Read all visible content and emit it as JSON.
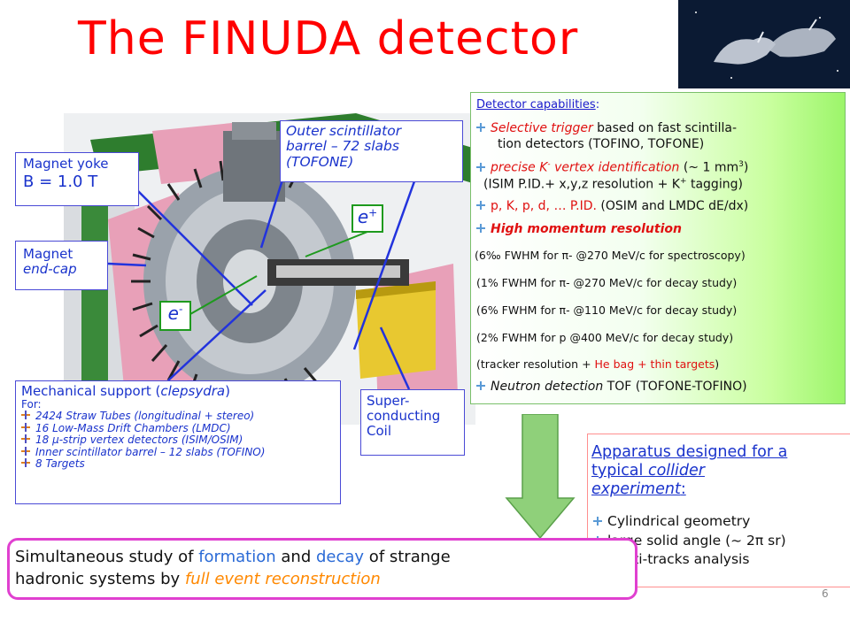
{
  "title": "The FINUDA detector",
  "labels": {
    "magnet_yoke": "Magnet yoke",
    "field": "B = 1.0 T",
    "endcap_1": "Magnet",
    "endcap_2": "end-cap",
    "outer_1": "Outer scintillator",
    "outer_2": "barrel – 72 slabs",
    "outer_3": "(TOFONE)",
    "eplus": "e",
    "eplus_sup": "+",
    "eminus": "e",
    "eminus_sup": "-",
    "super_1": "Super-",
    "super_2": "conducting",
    "super_3": "Coil",
    "mech_title_a": "Mechanical support (",
    "mech_title_b": "clepsydra",
    "mech_title_c": ")",
    "mech_for": "For:",
    "mech_items": [
      "2424 Straw Tubes (longitudinal + stereo)",
      "16 Low-Mass Drift Chambers (LMDC)",
      "18 μ-strip vertex detectors (ISIM/OSIM)",
      "Inner scintillator barrel – 12 slabs (TOFINO)",
      "8 Targets"
    ]
  },
  "capabilities": {
    "heading": "Detector capabilities",
    "heading_colon": ":",
    "l1a": "Selective trigger",
    "l1b": " based on fast scintilla-",
    "l1c": "tion detectors (TOFINO, TOFONE)",
    "l2a": "precise K",
    "l2sup": "-",
    "l2b": " vertex identification",
    "l2c": " (~ 1 mm",
    "l2sup2": "3",
    "l2d": ")",
    "l3": "(ISIM P.ID.+ x,y,z resolution + K",
    "l3sup": "+",
    "l3b": " tagging)",
    "l4a": "p, K, p, d, … P.ID.",
    "l4b": " (OSIM and LMDC dE/dx)",
    "l5": "High momentum resolution",
    "l6": "(6‰ FWHM for π- @270 MeV/c for spectroscopy)",
    "l7": "(1% FWHM for π- @270 MeV/c for decay study)",
    "l8": "(6% FWHM for π- @110 MeV/c for decay study)",
    "l9": "(2% FWHM for p @400 MeV/c for decay study)",
    "l10a": "(tracker resolution + ",
    "l10b": "He bag + thin targets",
    "l10c": ")",
    "l11a": "Neutron detection",
    "l11b": " TOF (TOFONE-TOFINO)"
  },
  "apparatus": {
    "h1": "Apparatus designed for a",
    "h2a": "typical ",
    "h2b": "collider",
    "h3": "experiment",
    "h3c": ":",
    "items": [
      "Cylindrical geometry",
      "large solid angle (~ 2π sr)",
      "multi-tracks analysis"
    ]
  },
  "simultaneous": {
    "a": "Simultaneous study of ",
    "b": "formation",
    "c": " and ",
    "d": "decay",
    "e": " of strange",
    "f": "hadronic systems by ",
    "g": "full event reconstruction"
  },
  "page_number": "6",
  "colors": {
    "title": "#ff0000",
    "label_blue": "#1a33cc",
    "arrow_blue": "#2233dd",
    "arrow_green": "#1e9a1e",
    "magenta": "#e040d0",
    "orange": "#ff8800"
  }
}
